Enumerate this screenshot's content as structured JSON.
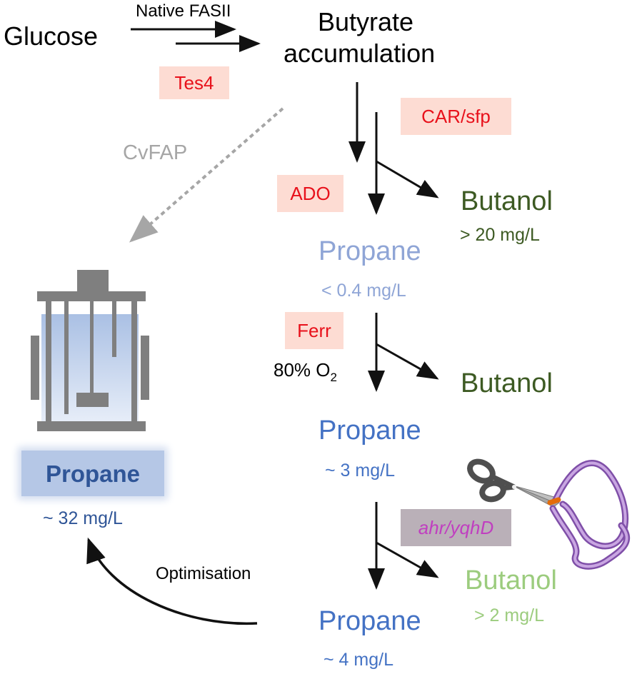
{
  "colors": {
    "arrow": "#111111",
    "enzyme_text": "#e8111b",
    "enzyme_box": "#fddcd3",
    "butanol_dark": "#3d5a23",
    "butanol_light": "#9ccc7e",
    "propane_faint": "#8fa5d6",
    "propane_mid": "#4472c4",
    "propane_dark": "#2f5597",
    "muted": "#a6a6a6",
    "ahr_box": "#bab0b8",
    "ahr_text": "#c03fc0",
    "reactor_grey": "#7f7f7f",
    "reactor_liquid": "#c5d4ee"
  },
  "icons": [
    "bioreactor-icon",
    "scissors-icon",
    "dna-strand-icon"
  ],
  "nodes": {
    "glucose": "Glucose",
    "native_fasii": "Native FASII",
    "butyrate_line1": "Butyrate",
    "butyrate_line2": "accumulation",
    "cvfap": "CvFAP",
    "reactor_product": "Propane",
    "reactor_titer": "~ 32 mg/L",
    "optimisation": "Optimisation"
  },
  "enzymes": {
    "tes4": "Tes4",
    "car_sfp": "CAR/sfp",
    "ado": "ADO",
    "ferr": "Ferr",
    "ahr_yqhd": "ahr/yqhD"
  },
  "stages": [
    {
      "propane": "Propane",
      "propane_titer": "< 0.4 mg/L",
      "butanol": "Butanol",
      "butanol_titer": "> 20 mg/L"
    },
    {
      "condition": "80% O",
      "condition_sub": "2",
      "propane": "Propane",
      "propane_titer": "~ 3 mg/L",
      "butanol": "Butanol"
    },
    {
      "propane": "Propane",
      "propane_titer": "~ 4 mg/L",
      "butanol": "Butanol",
      "butanol_titer": "> 2 mg/L"
    }
  ]
}
